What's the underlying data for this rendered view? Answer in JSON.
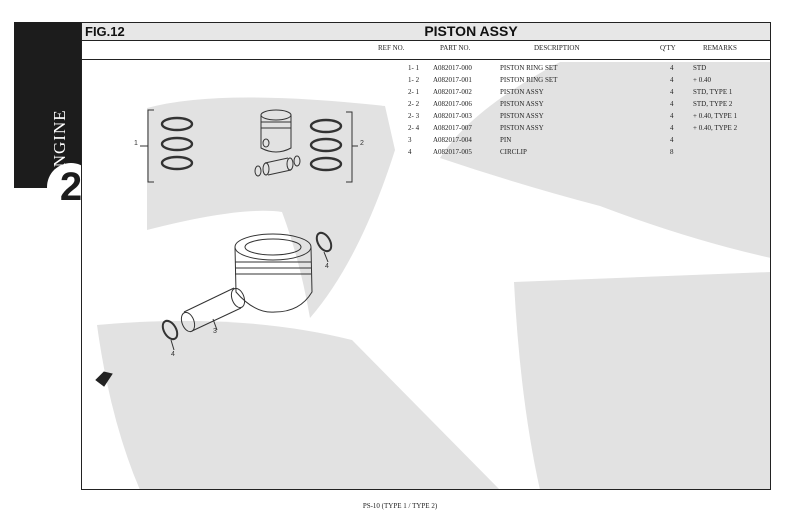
{
  "side_tab": {
    "label": "ENGINE",
    "number": "2"
  },
  "title_bar": {
    "fig": "FIG.12",
    "title": "PISTON ASSY"
  },
  "table": {
    "headers": {
      "ref": "REF NO.",
      "part": "PART NO.",
      "desc": "DESCRIPTION",
      "qty": "Q'TY",
      "remarks": "REMARKS"
    },
    "rows": [
      {
        "ref": "1- 1",
        "part": "A082017-000",
        "desc": "PISTON RING SET",
        "qty": "4",
        "remarks": "STD"
      },
      {
        "ref": "1- 2",
        "part": "A082017-001",
        "desc": "PISTON RING SET",
        "qty": "4",
        "remarks": "+ 0.40"
      },
      {
        "ref": "2- 1",
        "part": "A082017-002",
        "desc": "PISTON ASSY",
        "qty": "4",
        "remarks": "STD, TYPE 1"
      },
      {
        "ref": "2- 2",
        "part": "A082017-006",
        "desc": "PISTON ASSY",
        "qty": "4",
        "remarks": "STD, TYPE 2"
      },
      {
        "ref": "2- 3",
        "part": "A082017-003",
        "desc": "PISTON ASSY",
        "qty": "4",
        "remarks": "+ 0.40, TYPE 1"
      },
      {
        "ref": "2- 4",
        "part": "A082017-007",
        "desc": "PISTON ASSY",
        "qty": "4",
        "remarks": "+ 0.40, TYPE 2"
      },
      {
        "ref": "3",
        "part": "A082017-004",
        "desc": "PIN",
        "qty": "4",
        "remarks": ""
      },
      {
        "ref": "4",
        "part": "A082017-005",
        "desc": "CIRCLIP",
        "qty": "8",
        "remarks": ""
      }
    ]
  },
  "callouts": {
    "c1": "1",
    "c2": "2",
    "c3": "3",
    "c4a": "4",
    "c4b": "4"
  },
  "footer": "PS-10 (TYPE 1 / TYPE 2)",
  "colors": {
    "watermark": "#e2e2e2",
    "tab": "#1c1c1c",
    "titlebar": "#e7e7e7"
  }
}
